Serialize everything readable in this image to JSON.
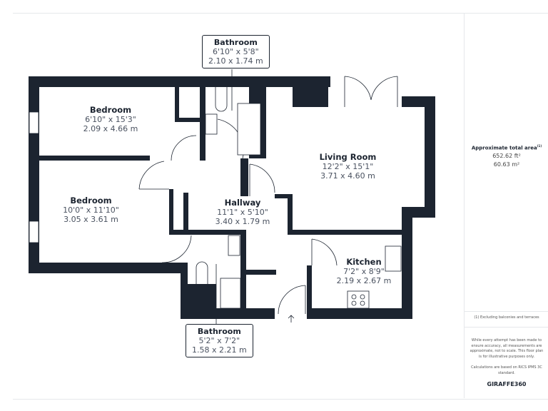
{
  "rooms": [
    {
      "name": "Bedroom",
      "imperial": "6'10\" x 15'3\"",
      "metric": "2.09 x 4.66 m"
    },
    {
      "name": "Bedroom",
      "imperial": "10'0\" x 11'10\"",
      "metric": "3.05 x 3.61 m"
    },
    {
      "name": "Hallway",
      "imperial": "11'1\" x 5'10\"",
      "metric": "3.40 x 1.79 m"
    },
    {
      "name": "Living Room",
      "imperial": "12'2\" x 15'1\"",
      "metric": "3.71 x 4.60 m"
    },
    {
      "name": "Kitchen",
      "imperial": "7'2\" x 8'9\"",
      "metric": "2.19 x 2.67 m"
    },
    {
      "name": "Bathroom",
      "imperial": "6'10\" x 5'8\"",
      "metric": "2.10 x 1.74 m"
    },
    {
      "name": "Bathroom",
      "imperial": "5'2\" x 7'2\"",
      "metric": "1.58 x 2.21 m"
    }
  ],
  "panel": {
    "area_title": "Approximate total area",
    "area_sup": "(1)",
    "area_ft": "652.62 ft²",
    "area_m": "60.63 m²",
    "footnote": "(1) Excluding balconies and terraces",
    "disclaimer": "While every attempt has been made to ensure accuracy, all measurements are approximate, not to scale. This floor plan is for illustrative purposes only.",
    "standard": "Calculations are based on RICS IPMS 3C standard.",
    "brand": "GIRAFFE360"
  },
  "colors": {
    "wall": "#1c2430"
  }
}
